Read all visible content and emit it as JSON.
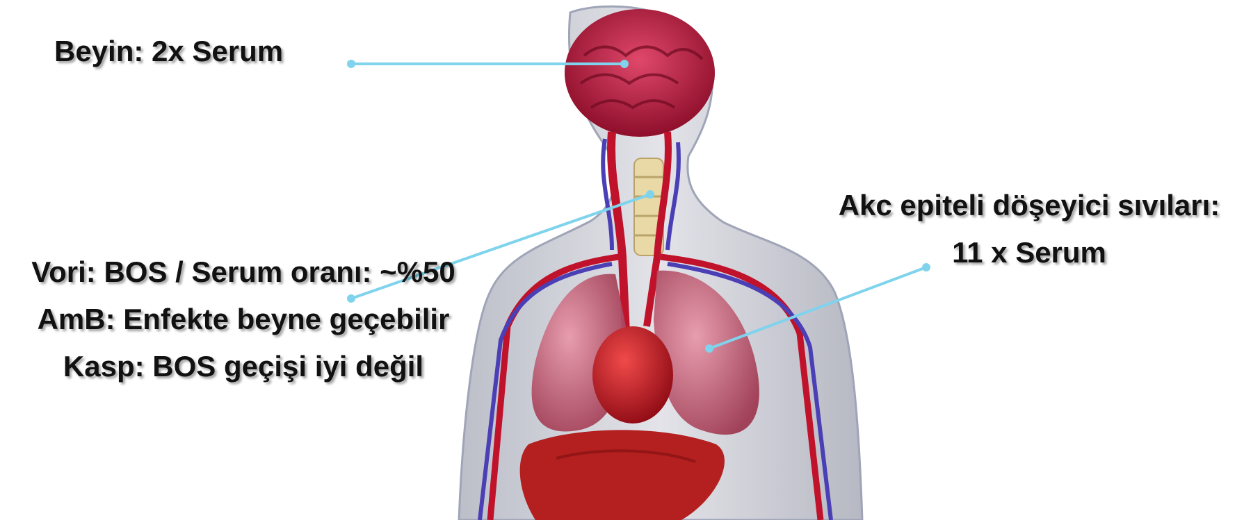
{
  "labels": {
    "brain": "Beyin: 2x Serum",
    "lung_line1": "Akc epiteli döşeyici sıvıları:",
    "lung_line2": "11 x Serum",
    "vori": "Vori: BOS / Serum oranı: ~%50",
    "amb": "AmB: Enfekte beyne geçebilir",
    "kasp": "Kasp: BOS geçişi iyi değil"
  },
  "colors": {
    "pointer_line": "#7fd3ec",
    "label_text": "#111111",
    "body_silhouette": "#c9c9cf",
    "organ_red": "#b3122e",
    "lung_pink": "#c9627a",
    "vein_blue": "#4a3fb5"
  }
}
